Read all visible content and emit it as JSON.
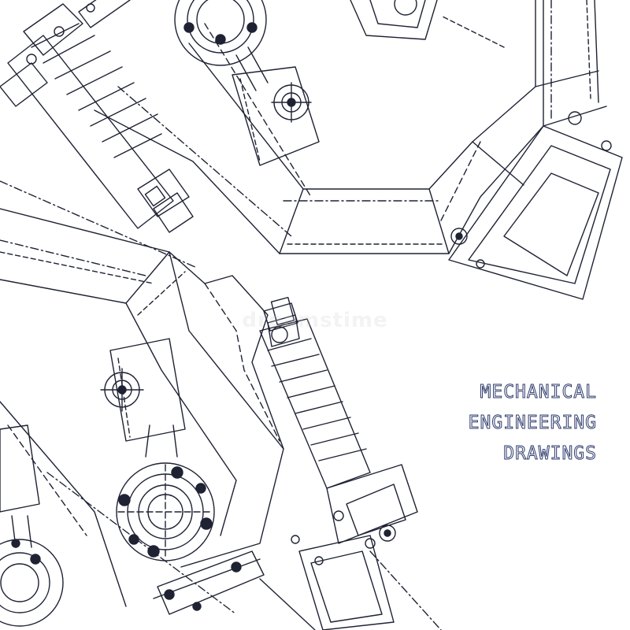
{
  "title": {
    "line1": "MECHANICAL",
    "line2": "ENGINEERING",
    "line3": "DRAWINGS"
  },
  "watermark": "dreamstime",
  "colors": {
    "background": "#ffffff",
    "line": "#1e2233",
    "title_outline": "#2d3a6b"
  }
}
